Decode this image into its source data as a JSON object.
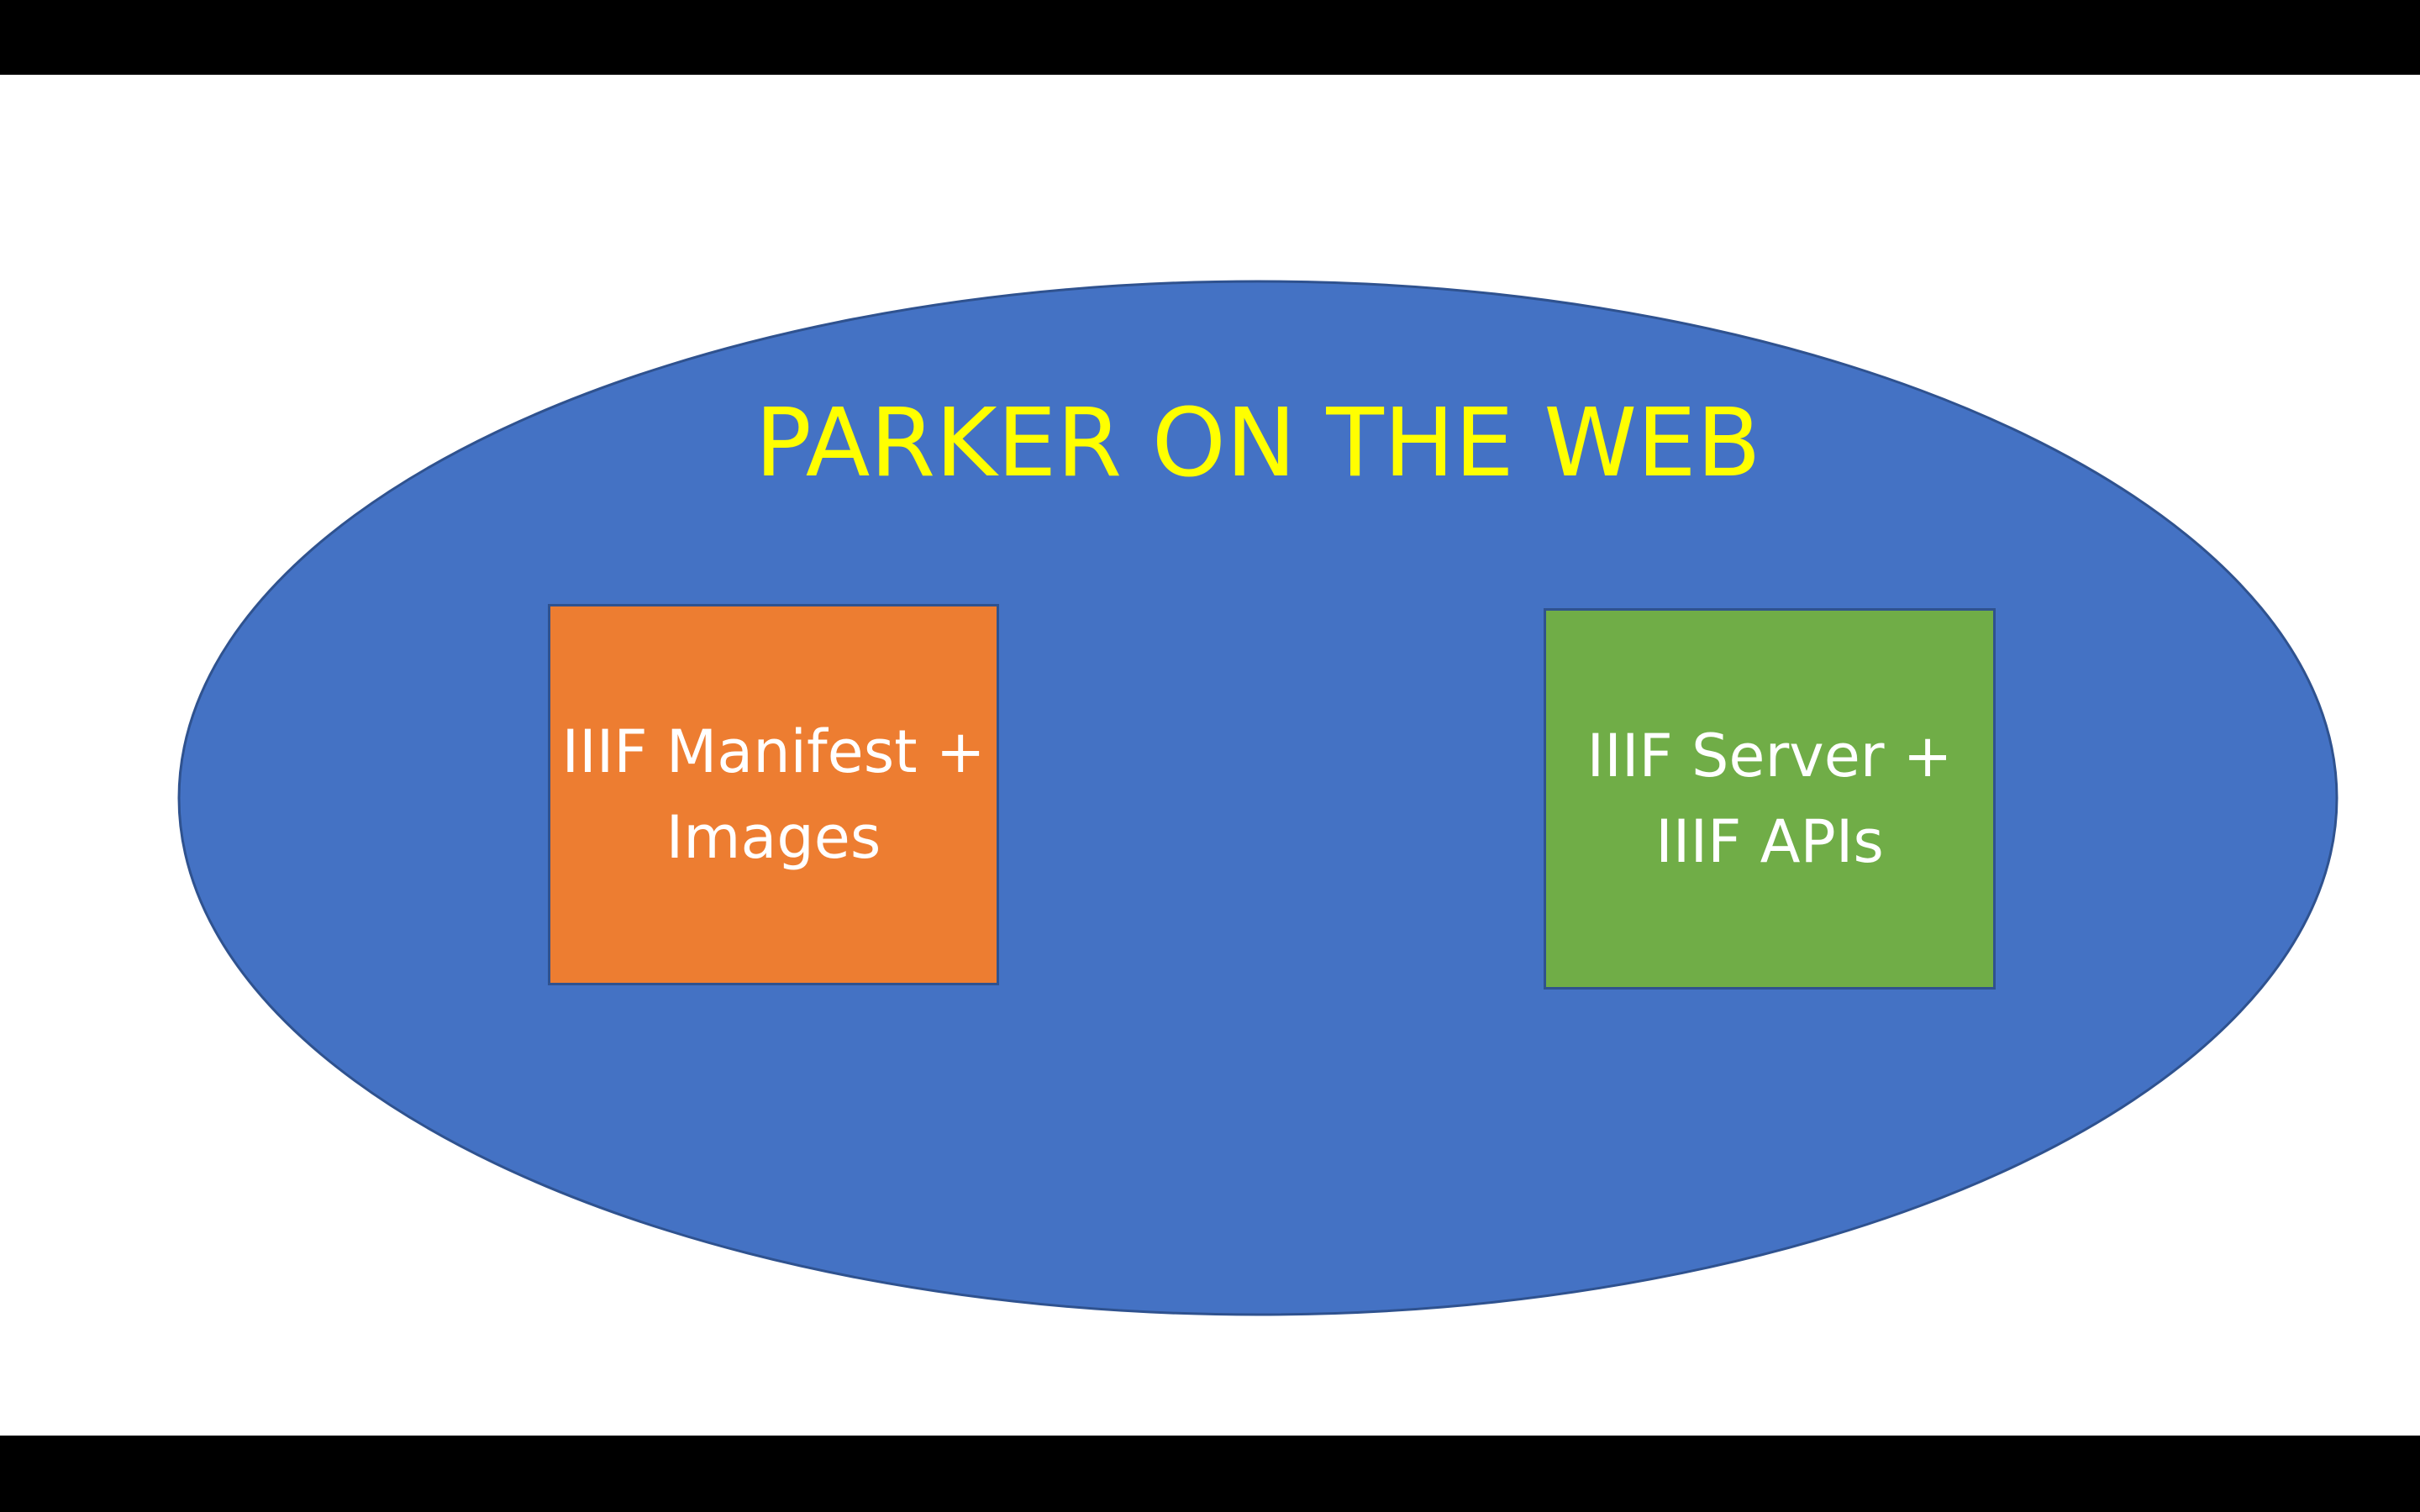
{
  "diagram": {
    "title": "PARKER ON THE WEB",
    "boxes": {
      "manifest": {
        "line1": "IIIF Manifest +",
        "line2": "Images"
      },
      "server": {
        "line1": "IIIF Server +",
        "line2": "IIIF APIs"
      }
    }
  },
  "colors": {
    "ellipse_fill": "#4472c4",
    "ellipse_border": "#2f528f",
    "title_text": "#ffff00",
    "manifest_box": "#ed7d31",
    "server_box": "#70ad47",
    "box_text": "#ffffff",
    "slide_background": "#ffffff",
    "letterbox": "#000000"
  }
}
